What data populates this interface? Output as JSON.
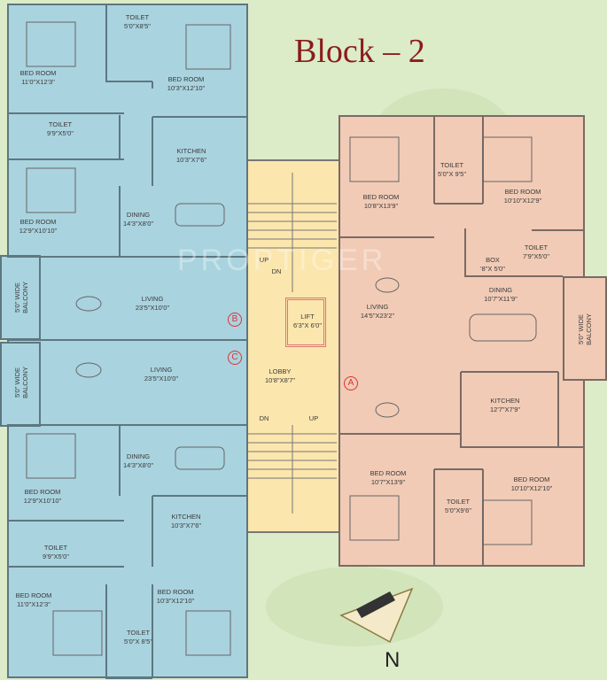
{
  "title": "Block – 2",
  "watermark": "PROPTIGER",
  "north_label": "N",
  "colors": {
    "unit_bc": "#a9d3df",
    "unit_a": "#f1cbb6",
    "core": "#fbe6ad",
    "title": "#8a1c1c",
    "marker": "#dd3333"
  },
  "unit_b": {
    "marker": "B",
    "rooms": [
      {
        "name": "TOILET",
        "size": "5'0\"X8'5\""
      },
      {
        "name": "BED ROOM",
        "size": "11'0\"X12'3\""
      },
      {
        "name": "BED ROOM",
        "size": "10'3\"X12'10\""
      },
      {
        "name": "TOILET",
        "size": "9'9\"X5'0\""
      },
      {
        "name": "KITCHEN",
        "size": "10'3\"X7'6\""
      },
      {
        "name": "BED ROOM",
        "size": "12'9\"X10'10\""
      },
      {
        "name": "DINING",
        "size": "14'3\"X8'0\""
      },
      {
        "name": "LIVING",
        "size": "23'5\"X10'0\""
      },
      {
        "name": "5'0\" WIDE",
        "size": "BALCONY"
      }
    ]
  },
  "unit_c": {
    "marker": "C",
    "rooms": [
      {
        "name": "LIVING",
        "size": "23'5\"X10'0\""
      },
      {
        "name": "5'0\" WIDE",
        "size": "BALCONY"
      },
      {
        "name": "DINING",
        "size": "14'3\"X8'0\""
      },
      {
        "name": "BED ROOM",
        "size": "12'9\"X10'10\""
      },
      {
        "name": "KITCHEN",
        "size": "10'3\"X7'6\""
      },
      {
        "name": "TOILET",
        "size": "9'9\"X5'0\""
      },
      {
        "name": "BED ROOM",
        "size": "11'0\"X12'3\""
      },
      {
        "name": "BED ROOM",
        "size": "10'3\"X12'10\""
      },
      {
        "name": "TOILET",
        "size": "5'0\"X 8'5\""
      }
    ]
  },
  "core": {
    "up_top": "UP",
    "dn_top": "DN",
    "lift": "LIFT",
    "lift_size": "6'3\"X 6'0\"",
    "lobby": "LOBBY",
    "lobby_size": "10'8\"X8'7\"",
    "dn_bottom": "DN",
    "up_bottom": "UP"
  },
  "unit_a": {
    "marker": "A",
    "rooms": [
      {
        "name": "BED ROOM",
        "size": "10'8\"X13'9\""
      },
      {
        "name": "TOILET",
        "size": "5'0\"X 9'5\""
      },
      {
        "name": "BED ROOM",
        "size": "10'10\"X12'9\""
      },
      {
        "name": "TOILET",
        "size": "7'9\"X5'0\""
      },
      {
        "name": "BOX",
        "size": "'8\"X 5'0\""
      },
      {
        "name": "DINING",
        "size": "10'7\"X11'9\""
      },
      {
        "name": "LIVING",
        "size": "14'5\"X23'2\""
      },
      {
        "name": "5'0\" WIDE",
        "size": "BALCONY"
      },
      {
        "name": "KITCHEN",
        "size": "12'7\"X7'9\""
      },
      {
        "name": "BED ROOM",
        "size": "10'7\"X13'9\""
      },
      {
        "name": "BED ROOM",
        "size": "10'10\"X12'10\""
      },
      {
        "name": "TOILET",
        "size": "5'0\"X9'6\""
      }
    ]
  }
}
